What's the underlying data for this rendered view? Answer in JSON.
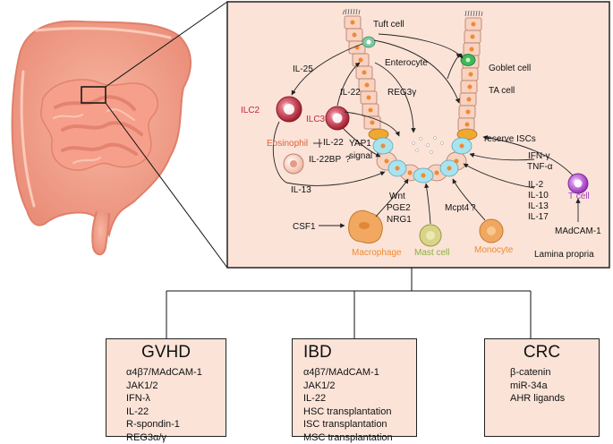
{
  "cells": {
    "tuft": "Tuft cell",
    "enterocyte": "Enterocyte",
    "goblet": "Goblet cell",
    "ta": "TA cell",
    "reserve": "reserve ISCs",
    "ilc2": "ILC2",
    "ilc3": "ILC3",
    "eosinophil": "Eosinophil",
    "macrophage": "Macrophage",
    "mast": "Mast cell",
    "monocyte": "Monocyte",
    "tcell": "T cell"
  },
  "signals": {
    "il25": "IL-25",
    "il22": "IL-22",
    "reg3g": "REG3γ",
    "yap1": "YAP1",
    "signal": "signal",
    "il22_eos": "IL-22",
    "il22bp": "IL-22BP",
    "q1": "?",
    "il13": "IL-13",
    "ifng": "IFN-γ",
    "tnfa": "TNF-α",
    "il2": "IL-2",
    "il10": "IL-10",
    "il13b": "IL-13",
    "il17": "IL-17",
    "wnt": "Wnt",
    "pge2": "PGE2",
    "nrg1": "NRG1",
    "csf1": "CSF1",
    "mcpt4": "Mcpt4",
    "q2": "?",
    "madcam": "MAdCAM-1",
    "lamina": "Lamina propria"
  },
  "colors": {
    "panel_bg": "#fbe3d8",
    "crypt_cell": "#f9d2c0",
    "stem_cell": "#a9e3ee",
    "reserve_cell": "#f0a830",
    "tuft_cell": "#7fc9a0",
    "goblet_cell": "#3fb85a",
    "ilc_red": "#b0283a",
    "tcell_purple": "#a440c0",
    "macrophage": "#f2a860",
    "mast": "#d8d58a",
    "monocyte": "#f0a860"
  },
  "diseases": [
    {
      "title": "GVHD",
      "items": [
        "α4β7/MAdCAM-1",
        "JAK1/2",
        "IFN-λ",
        "IL-22",
        "R-spondin-1",
        "REG3α/γ"
      ]
    },
    {
      "title": "IBD",
      "items": [
        "α4β7/MAdCAM-1",
        "JAK1/2",
        "IL-22",
        "HSC transplantation",
        "ISC transplantation",
        "MSC transplantation"
      ]
    },
    {
      "title": "CRC",
      "items": [
        "β-catenin",
        "miR-34a",
        "AHR ligands"
      ]
    }
  ]
}
